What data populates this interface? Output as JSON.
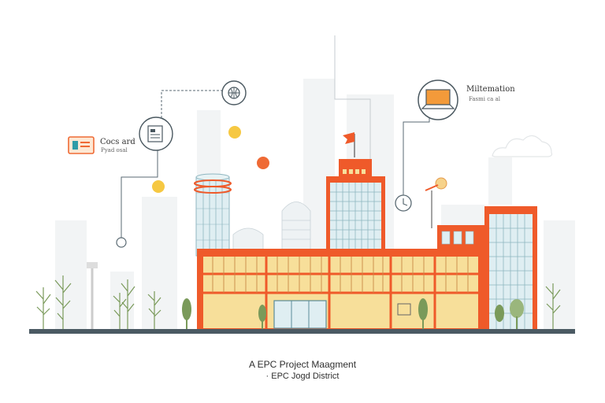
{
  "callouts": {
    "left": {
      "title": "Cocs ard",
      "subtitle": "Pyad osal"
    },
    "right": {
      "title": "Miltemation",
      "subtitle": "Fasmi ca al"
    }
  },
  "caption": {
    "line1": "A EPC Project Maagment",
    "line2": "· EPC Jogd District"
  },
  "icons": [
    "id-card-icon",
    "document-icon",
    "globe-icon",
    "laptop-icon",
    "clock-icon",
    "flag-icon"
  ],
  "colors": {
    "accent": "#ef5a2a",
    "window_fill": "#f7df9a",
    "glass": "#dfeef2",
    "glass_line": "#8fb6c0",
    "connector": "#5a6a73",
    "ground": "#4b5a63",
    "dot_yellow": "#f6c842",
    "dot_orange": "#ef6a35",
    "tree": "#7a9a5a"
  }
}
